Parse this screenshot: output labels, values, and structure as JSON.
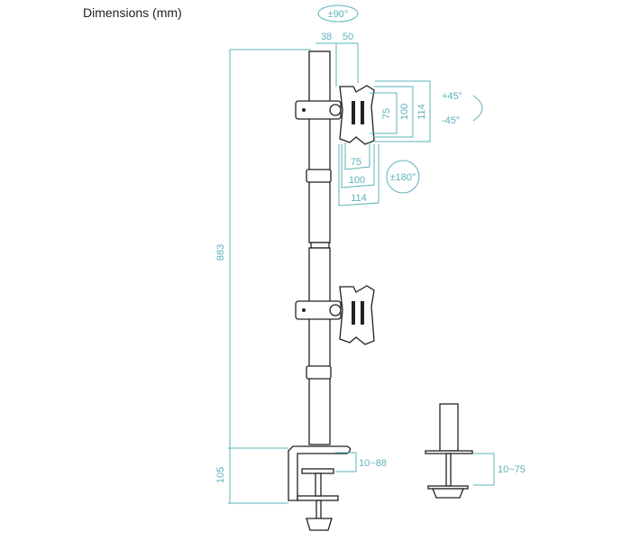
{
  "title": "Dimensions (mm)",
  "colors": {
    "dimension": "#5bb3ba",
    "drawing": "#222222"
  },
  "rotation": {
    "swivel": "±90°",
    "tilt_up": "+45°",
    "tilt_down": "-45°",
    "rotate": "±180°"
  },
  "dimensions": {
    "arm_offset_1": "38",
    "arm_offset_2": "50",
    "height_total": "883",
    "vesa_h_75": "75",
    "vesa_h_100": "100",
    "vesa_h_114": "114",
    "vesa_w_75": "75",
    "vesa_w_100": "100",
    "vesa_w_114": "114",
    "clamp_height": "105",
    "clamp_range": "10~88",
    "grommet_range": "10~75"
  }
}
